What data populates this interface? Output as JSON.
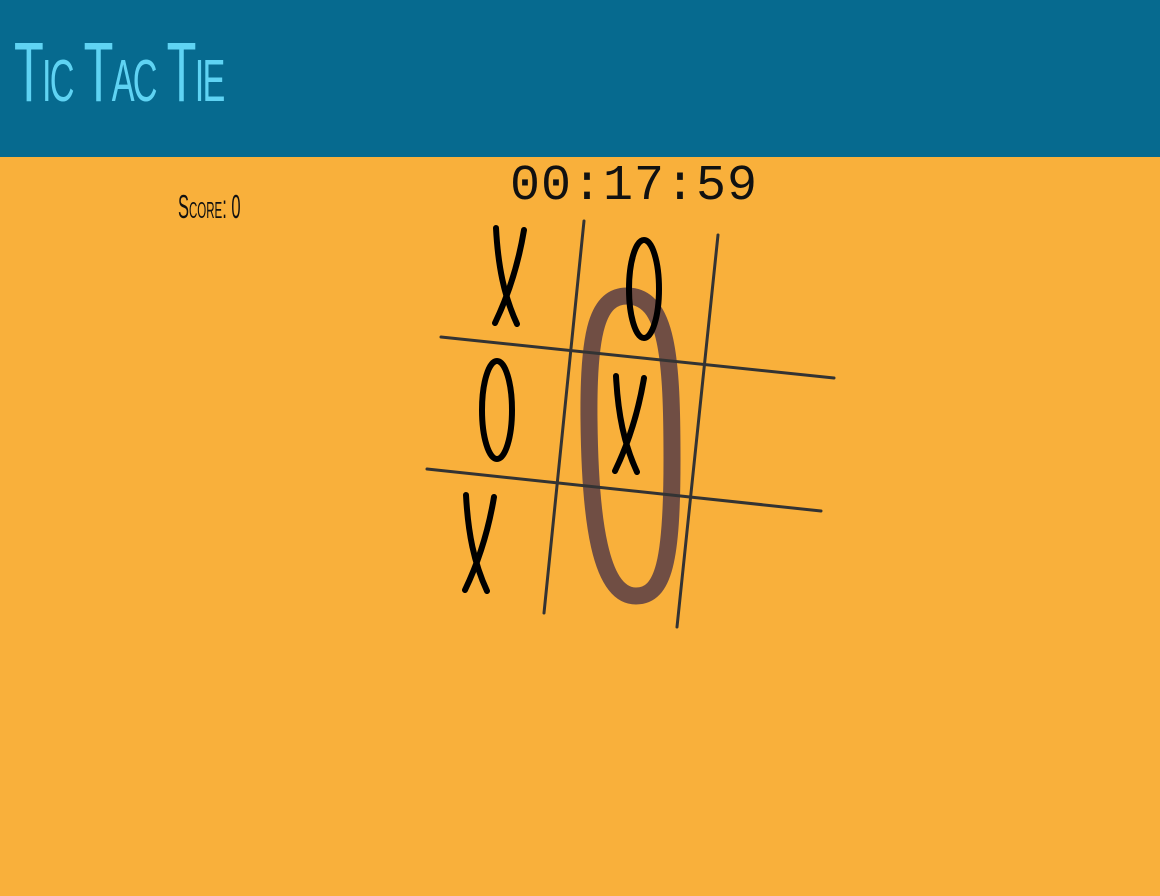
{
  "header": {
    "title": "Tic Tac Tie"
  },
  "score": {
    "label": "Score: 0"
  },
  "timer": {
    "value": "00:17:59"
  },
  "board": {
    "cells": [
      "X",
      "O",
      "",
      "O",
      "X",
      "",
      "X",
      "",
      ""
    ],
    "winning_line": "middle-column",
    "colors": {
      "background": "#f9b03b",
      "header": "#066a8f",
      "title": "#5fd3f3",
      "marks": "#000000",
      "grid_lines": "#333333",
      "highlight": "#6b4a44"
    }
  }
}
